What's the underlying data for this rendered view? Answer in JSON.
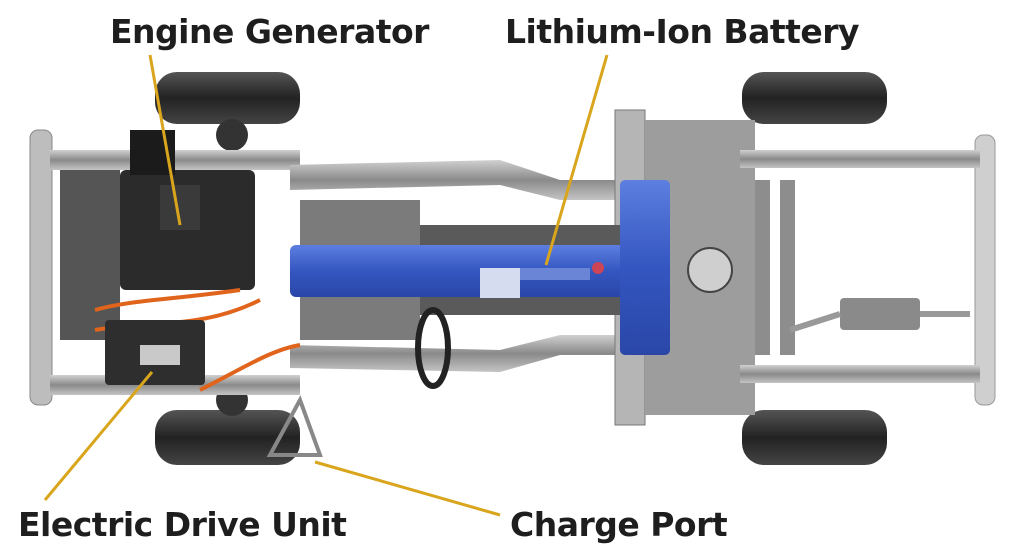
{
  "labels": {
    "engine_generator": "Engine Generator",
    "battery": "Lithium-Ion Battery",
    "drive_unit": "Electric Drive Unit",
    "charge_port": "Charge Port"
  },
  "colors": {
    "leader": "#d9a51c",
    "battery": "#3b5fc8",
    "frame": "#a8a8a8",
    "tire": "#2a2a2a"
  }
}
